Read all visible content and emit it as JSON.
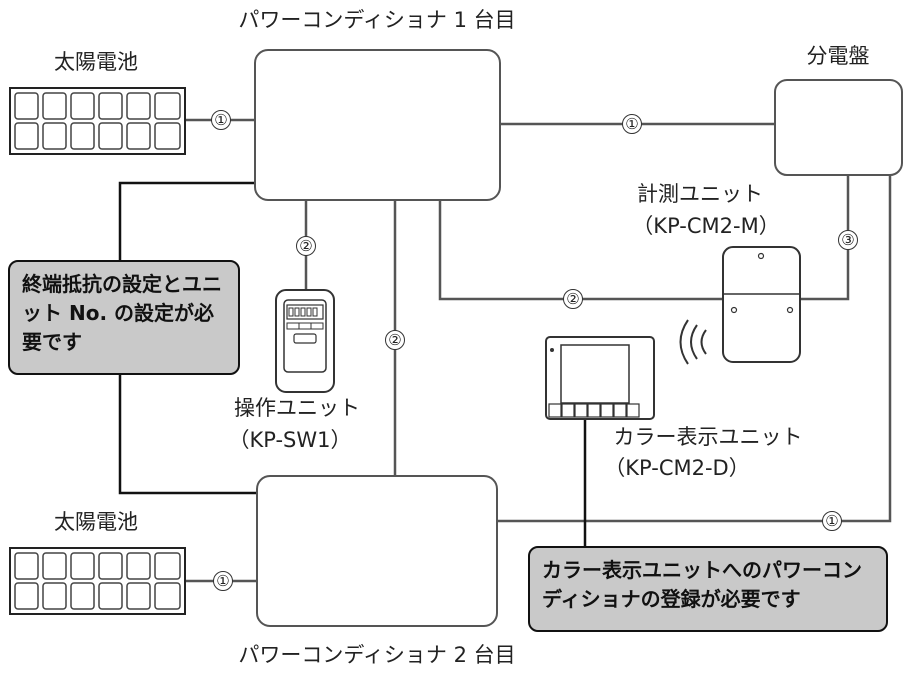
{
  "labels": {
    "pcs1_title": "パワーコンディショナ 1 台目",
    "pcs2_title": "パワーコンディショナ 2 台目",
    "solar_top": "太陽電池",
    "solar_bottom": "太陽電池",
    "distribution_board": "分電盤",
    "meter_unit_name": "計測ユニット",
    "meter_unit_model": "（KP-CM2-M）",
    "operation_unit_name": "操作ユニット",
    "operation_unit_model": "（KP-SW1）",
    "color_display_name": "カラー表示ユニット",
    "color_display_model": "（KP-CM2-D）"
  },
  "cable_markers": {
    "one": "①",
    "two": "②",
    "three": "③"
  },
  "notes": {
    "termination": "終端抵抗の設定とユニット No. の設定が必要です",
    "registration": "カラー表示ユニットへのパワーコンディショナの登録が必要です"
  },
  "colors": {
    "note_fill": "#c9c9c9",
    "line": "#555555"
  }
}
